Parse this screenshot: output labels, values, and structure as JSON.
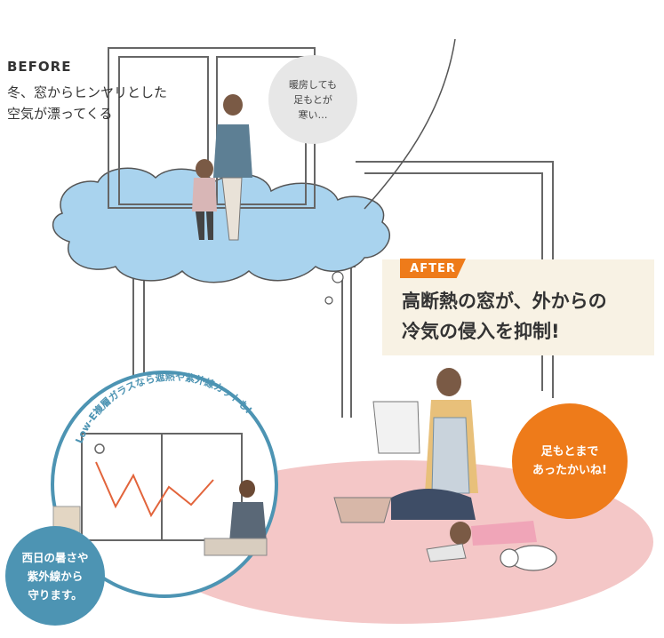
{
  "before": {
    "label": "BEFORE",
    "description": "冬、窓からヒンヤリとした\n空気が漂ってくる",
    "speech": "暖房しても\n足もとが\n寒い…"
  },
  "after": {
    "label": "AFTER",
    "headline": "高断熱の窓が、外からの\n冷気の侵入を抑制!",
    "speech": "足もとまで\nあったかいね!"
  },
  "lowe": {
    "arc_text": "Low-E複層ガラスなら遮熱や紫外線カットも!",
    "caption": "西日の暑さや\n紫外線から\n守ります。"
  },
  "colors": {
    "accent_orange": "#ee7b1a",
    "teal": "#4d94b3",
    "floor_pink": "#f4c7c7",
    "floor_blue": "#a9d3ee",
    "after_box": "#f8f2e4"
  }
}
